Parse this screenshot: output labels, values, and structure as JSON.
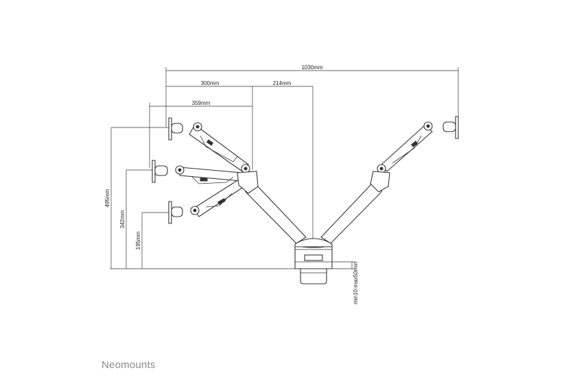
{
  "brand": "Neomounts",
  "dimensions": {
    "total_width": "1030mm",
    "arm_width_a": "300mm",
    "arm_width_b": "214mm",
    "arm_width_c": "359mm",
    "height_max": "495mm",
    "height_mid": "342mm",
    "height_min": "195mm",
    "desk_thickness": "min10-max50mm"
  }
}
